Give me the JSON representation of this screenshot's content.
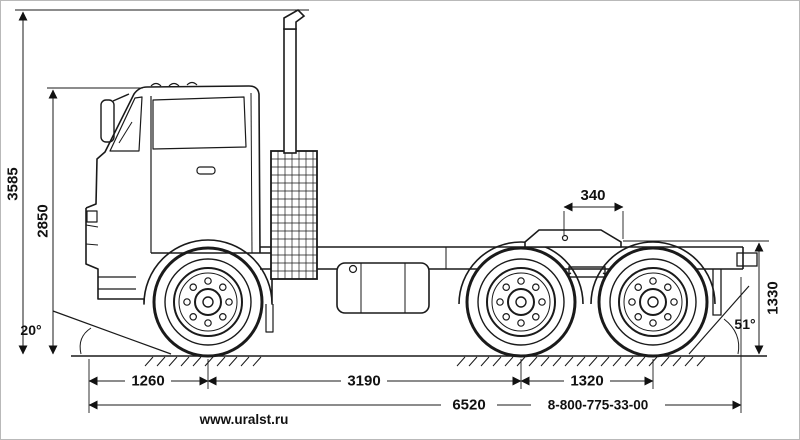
{
  "diagram": {
    "subject": "truck-tractor-side-view-dimension-drawing",
    "line_color": "#1a1a1a",
    "background": "#ffffff",
    "dimensions": {
      "overall_height_mm": "3585",
      "cab_height_mm": "2850",
      "fifth_wheel_offset_mm": "340",
      "fifth_wheel_height_mm": "1330",
      "approach_angle": "20°",
      "departure_angle": "51°",
      "front_axle_to_bumper_mm": "1260",
      "wheelbase_mm": "3190",
      "rear_bogie_spacing_mm": "1320",
      "overall_length_mm": "6520"
    },
    "footer": {
      "website": "www.uralst.ru",
      "phone": "8-800-775-33-00"
    }
  }
}
